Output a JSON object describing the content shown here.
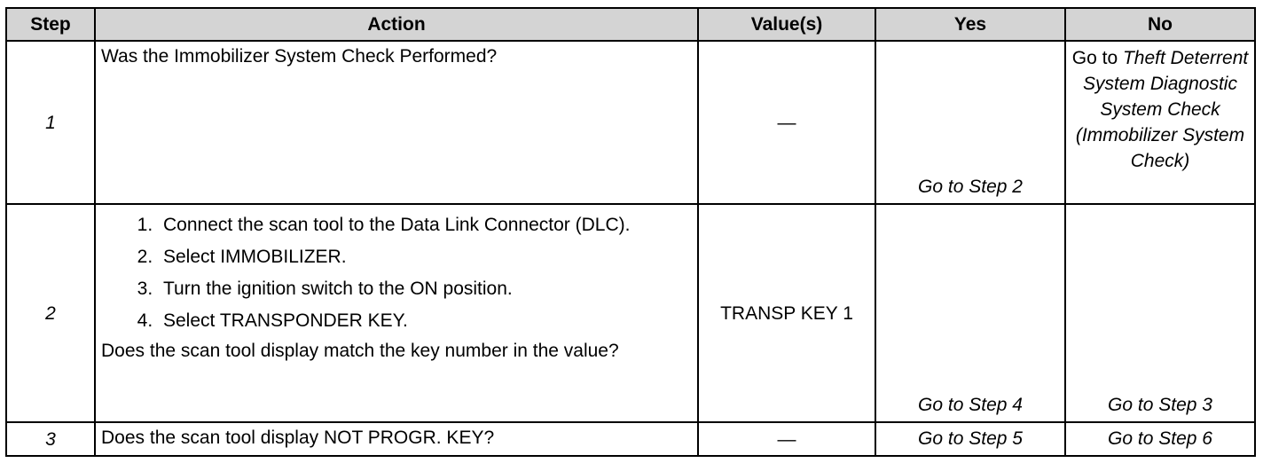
{
  "headers": {
    "step": "Step",
    "action": "Action",
    "values": "Value(s)",
    "yes": "Yes",
    "no": "No"
  },
  "rows": [
    {
      "step": "1",
      "action": "Was the Immobilizer System Check Performed?",
      "value": "—",
      "yes": "Go to Step 2",
      "no_prefix": "Go to",
      "no": "Theft Deterrent System Diagnostic System Check (Immobilizer System Check)"
    },
    {
      "step": "2",
      "instructions": [
        "Connect the scan tool to the Data Link Connector (DLC).",
        "Select IMMOBILIZER.",
        "Turn the ignition switch to the ON position.",
        "Select TRANSPONDER KEY."
      ],
      "question": "Does the scan tool display match the key number in the value?",
      "value": "TRANSP KEY 1",
      "yes": "Go to Step 4",
      "no": "Go to Step 3"
    },
    {
      "step": "3",
      "action": "Does the scan tool display NOT PROGR. KEY?",
      "value": "—",
      "yes": "Go to Step 5",
      "no": "Go to Step 6"
    }
  ]
}
